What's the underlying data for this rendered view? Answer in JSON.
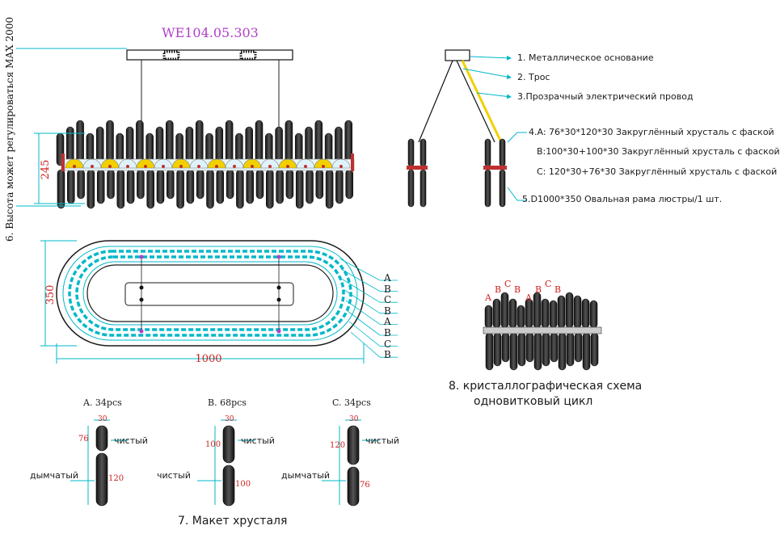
{
  "model": "WE104.05.303",
  "height_note": "6. Высота может регулироваться MAX 2000",
  "dims": {
    "height": "245",
    "width_oval": "350",
    "length": "1000"
  },
  "legend": [
    "1. Металлическое основание",
    "2. Трос",
    "3.Прозрачный электрический провод",
    "4.A: 76*30*120*30 Закруглённый хрусталь с фаской",
    "B:100*30+100*30 Закруглённый хрусталь с фаской",
    "C: 120*30+76*30 Закруглённый хрусталь с фаской",
    "5.D1000*350 Овальная рама люстры/1 шт."
  ],
  "ring_letters": [
    "A",
    "B",
    "C",
    "B",
    "A",
    "B",
    "C",
    "B"
  ],
  "schema_letters": [
    "A",
    "B",
    "C",
    "B",
    "A",
    "B",
    "C",
    "B"
  ],
  "schema_title_1": "8. кристаллографическая схема",
  "schema_title_2": "одновитковый цикл",
  "crystals": [
    {
      "title": "A. 34pcs",
      "w": "30",
      "top": "76",
      "bottom": "120",
      "top_label": "чистый",
      "bottom_label": "дымчатый"
    },
    {
      "title": "B. 68pcs",
      "w": "30",
      "top": "100",
      "bottom": "100",
      "top_label": "чистый",
      "bottom_label": "чистый"
    },
    {
      "title": "C. 34pcs",
      "w": "30",
      "top": "120",
      "bottom": "76",
      "top_label": "чистый",
      "bottom_label": "дымчатый"
    }
  ],
  "crystal_title": "7. Макет хрусталя",
  "colors": {
    "accent": "#00b8c8",
    "magenta": "#b040c8",
    "red": "#d02020",
    "gold": "#f2d000"
  }
}
